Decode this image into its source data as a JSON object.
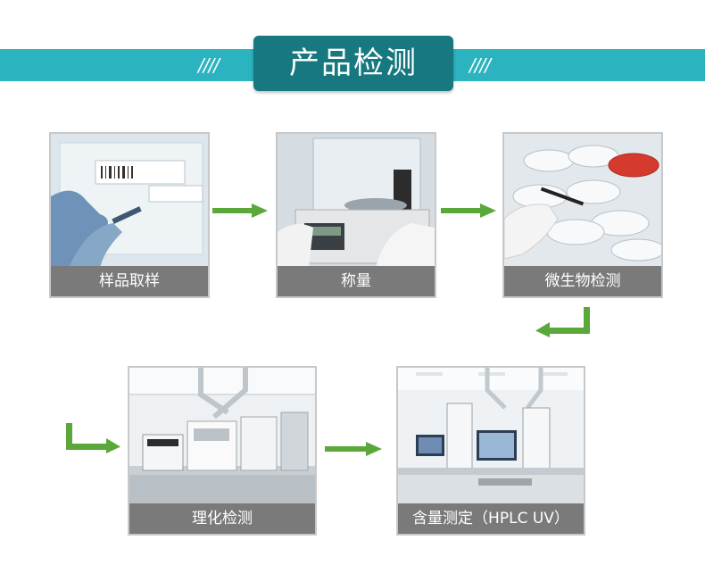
{
  "header": {
    "title": "产品检测",
    "slash_left": "////",
    "slash_right": "////"
  },
  "steps": [
    {
      "label": "样品取样",
      "icon": "sample-bag-photo"
    },
    {
      "label": "称量",
      "icon": "analytical-balance-photo"
    },
    {
      "label": "微生物检测",
      "icon": "petri-dish-photo"
    },
    {
      "label": "理化检测",
      "icon": "lab-instruments-photo"
    },
    {
      "label": "含量测定（HPLC UV）",
      "icon": "hplc-lab-photo"
    }
  ],
  "colors": {
    "accent": "#2bb3c0",
    "banner_dark": "#17787f",
    "arrow": "#5aa83a",
    "caption_bg": "#7a7a7a"
  }
}
